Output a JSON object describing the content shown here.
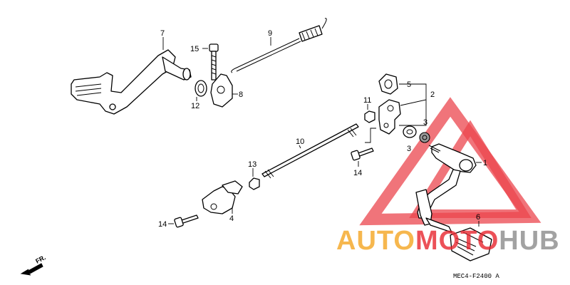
{
  "diagram": {
    "callouts": [
      {
        "id": "c1",
        "label": "1"
      },
      {
        "id": "c2",
        "label": "2"
      },
      {
        "id": "c3a",
        "label": "3"
      },
      {
        "id": "c3b",
        "label": "3"
      },
      {
        "id": "c4",
        "label": "4"
      },
      {
        "id": "c5",
        "label": "5"
      },
      {
        "id": "c6",
        "label": "6"
      },
      {
        "id": "c7",
        "label": "7"
      },
      {
        "id": "c8",
        "label": "8"
      },
      {
        "id": "c9",
        "label": "9"
      },
      {
        "id": "c10",
        "label": "10"
      },
      {
        "id": "c11",
        "label": "11"
      },
      {
        "id": "c12",
        "label": "12"
      },
      {
        "id": "c13",
        "label": "13"
      },
      {
        "id": "c14a",
        "label": "14"
      },
      {
        "id": "c14b",
        "label": "14"
      },
      {
        "id": "c15",
        "label": "15"
      }
    ],
    "diagram_code": "MEC4-F2400 A",
    "front_indicator": "FR.",
    "watermark": {
      "brand": "AUTOMOTOHUB",
      "colors": {
        "triangle": "#e8262f",
        "text_orange": "#f5a623",
        "text_red": "#e8262f",
        "text_grey": "#8c8c8c"
      }
    }
  }
}
